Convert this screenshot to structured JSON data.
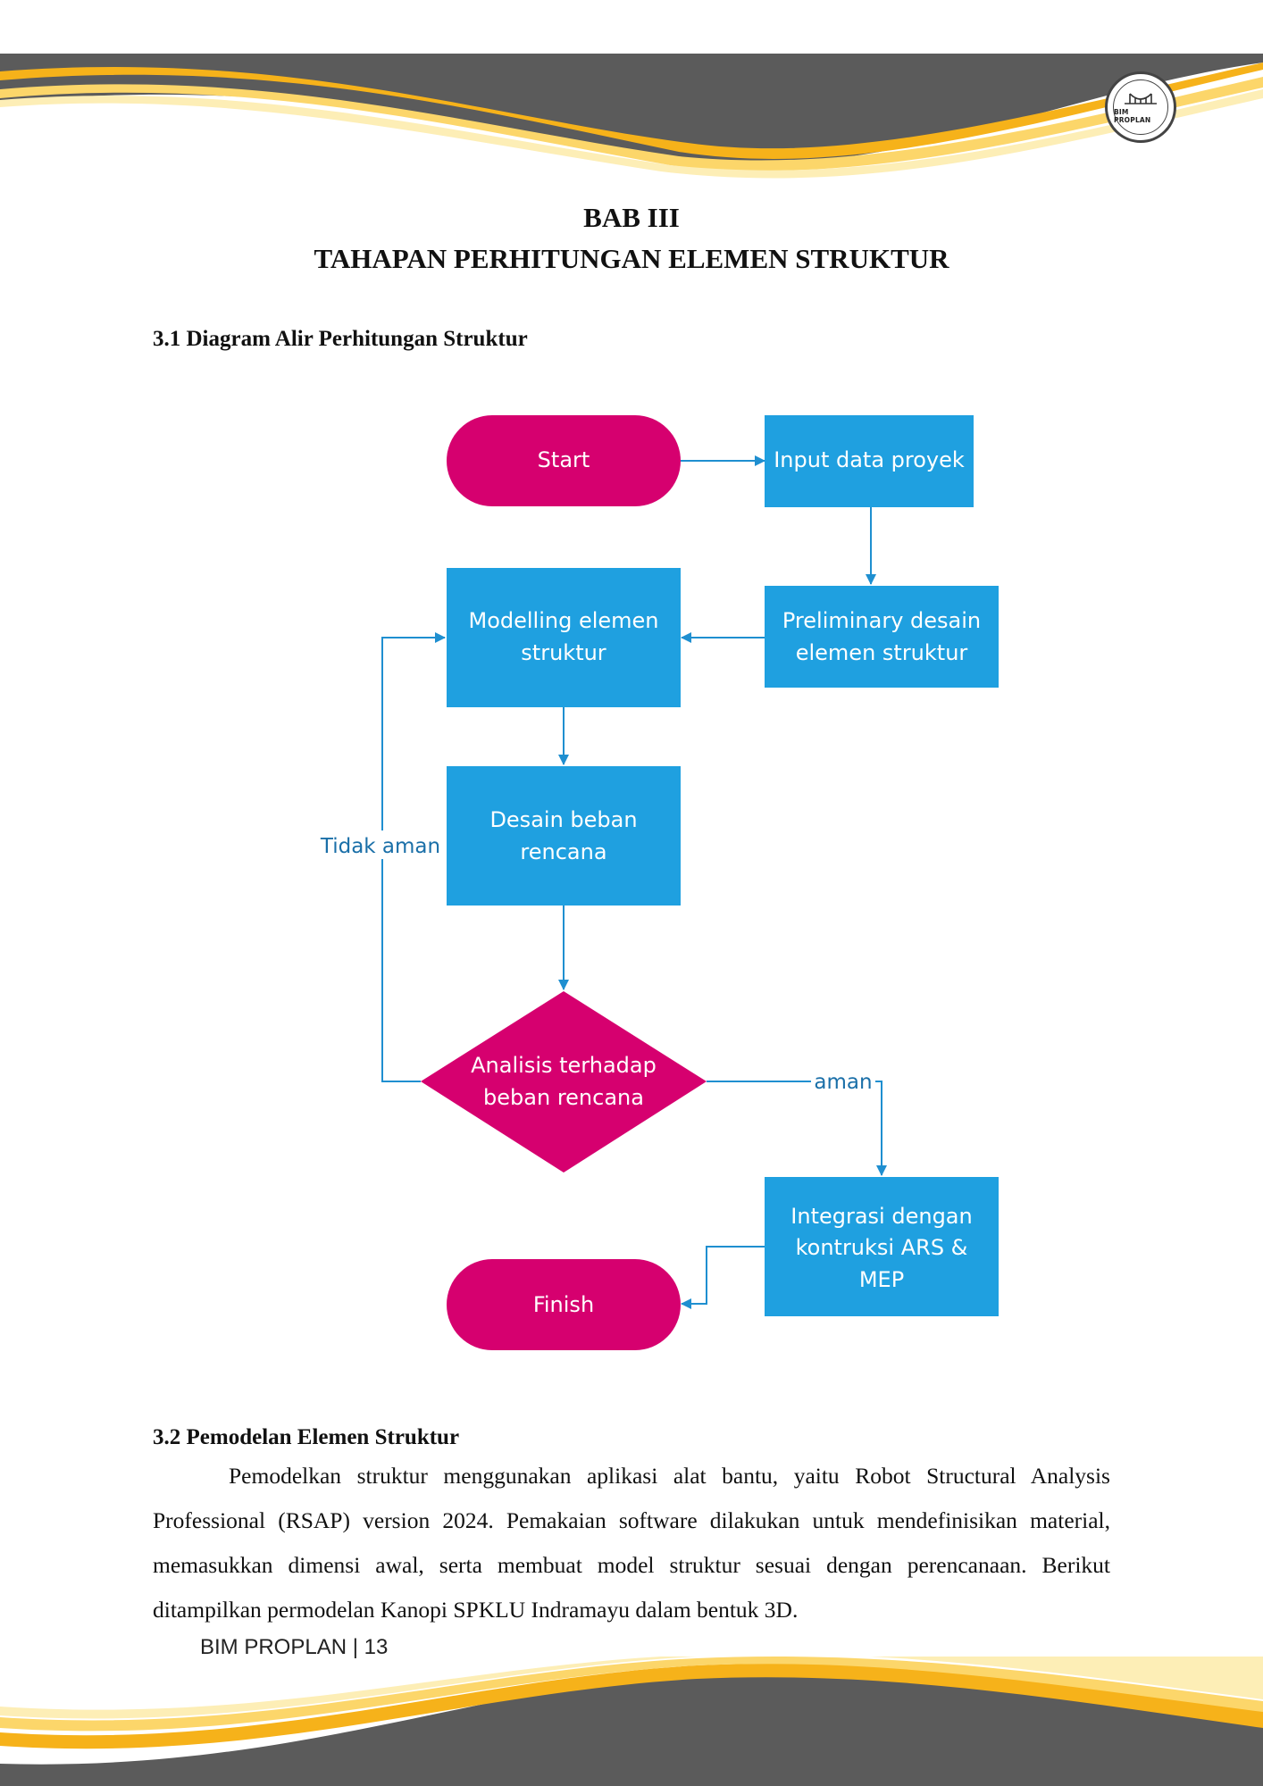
{
  "header": {
    "logo_text": "BIM PROPLAN"
  },
  "chapter": {
    "number": "BAB III",
    "title": "TAHAPAN PERHITUNGAN ELEMEN STRUKTUR"
  },
  "section1": {
    "heading": "3.1 Diagram Alir Perhitungan Struktur"
  },
  "flowchart": {
    "nodes": {
      "start": "Start",
      "input": "Input data proyek",
      "preliminary_line1": "Preliminary desain",
      "preliminary_line2": "elemen struktur",
      "modelling_line1": "Modelling elemen",
      "modelling_line2": "struktur",
      "desain_line1": "Desain beban",
      "desain_line2": "rencana",
      "analisis_line1": "Analisis terhadap",
      "analisis_line2": "beban rencana",
      "integrasi_line1": "Integrasi dengan",
      "integrasi_line2": "kontruksi ARS &",
      "integrasi_line3": "MEP",
      "finish": "Finish"
    },
    "edge_labels": {
      "tidak_aman": "Tidak aman",
      "aman": "aman"
    },
    "colors": {
      "terminal": "#d6006f",
      "process": "#1fa0e0",
      "arrow": "#1f8fd0",
      "label": "#1a6fa8"
    }
  },
  "section2": {
    "heading": "3.2 Pemodelan Elemen Struktur",
    "paragraph": "Pemodelkan struktur menggunakan aplikasi alat bantu, yaitu Robot Structural Analysis Professional (RSAP) version 2024. Pemakaian software dilakukan untuk mendefinisikan material, memasukkan dimensi awal, serta membuat model struktur sesuai dengan perencanaan. Berikut ditampilkan permodelan Kanopi SPKLU Indramayu dalam bentuk 3D."
  },
  "footer": {
    "text": "BIM PROPLAN | 13"
  }
}
